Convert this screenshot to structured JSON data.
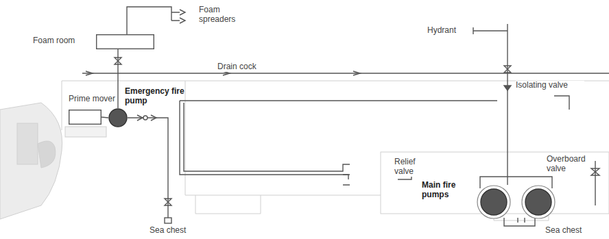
{
  "diagram": {
    "nodes": [
      {
        "text": [
          "Foam room"
        ]
      },
      {
        "text": [
          "Prime mover"
        ]
      },
      {
        "text": [
          "Emergency fire pump"
        ]
      },
      {
        "text": [
          "Main fire pumps"
        ]
      }
    ],
    "edges": [
      {
        "from": 1,
        "to": 2,
        "arrow": "none"
      },
      {
        "from": 2,
        "to": 0,
        "arrow": "none"
      }
    ],
    "labels": [
      "Foam spreaders",
      "Hydrant",
      "Drain cock",
      "Isolating valve",
      "Relief valve",
      "Overboard valve",
      "Sea chest",
      "Sea chest"
    ]
  }
}
